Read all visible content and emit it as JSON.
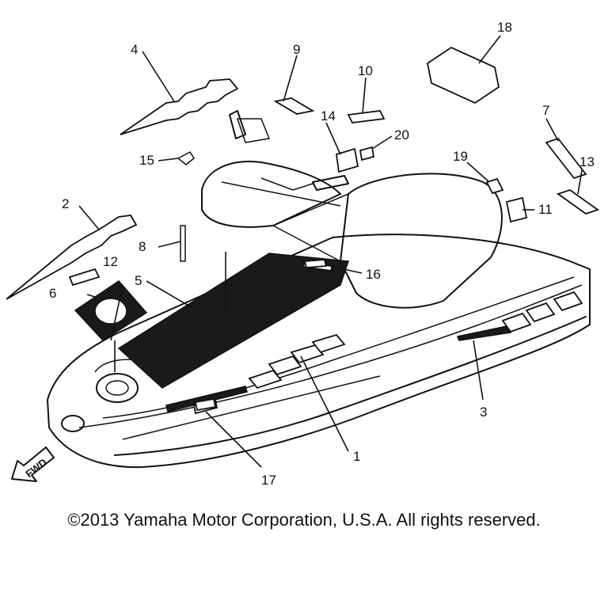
{
  "callouts": [
    {
      "n": "1"
    },
    {
      "n": "2"
    },
    {
      "n": "3"
    },
    {
      "n": "4"
    },
    {
      "n": "5"
    },
    {
      "n": "6"
    },
    {
      "n": "7"
    },
    {
      "n": "8"
    },
    {
      "n": "9"
    },
    {
      "n": "10"
    },
    {
      "n": "11"
    },
    {
      "n": "12"
    },
    {
      "n": "13"
    },
    {
      "n": "14"
    },
    {
      "n": "15"
    },
    {
      "n": "16"
    },
    {
      "n": "17"
    },
    {
      "n": "18"
    },
    {
      "n": "19"
    },
    {
      "n": "20"
    }
  ],
  "fwd_label": "FWD",
  "copyright": "©2013 Yamaha Motor Corporation, U.S.A. All rights reserved."
}
